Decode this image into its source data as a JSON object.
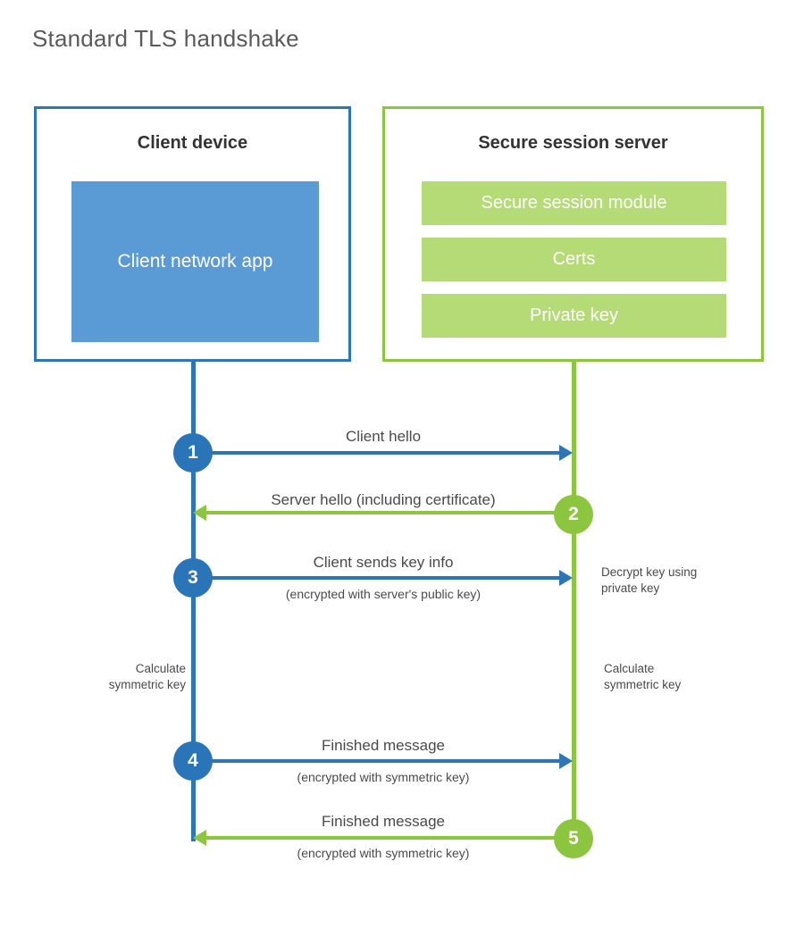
{
  "title": "Standard TLS handshake",
  "client": {
    "box_title": "Client device",
    "app_label": "Client network app",
    "border_color": "#2e75b6",
    "app_fill": "#5b9bd5"
  },
  "server": {
    "box_title": "Secure session server",
    "border_color": "#8cc63e",
    "bar_fill": "#b5db77",
    "components": [
      {
        "label": "Secure session module"
      },
      {
        "label": "Certs"
      },
      {
        "label": "Private key"
      }
    ]
  },
  "steps": [
    {
      "number": "1",
      "label": "Client hello",
      "sublabel": "",
      "direction": "client-to-server",
      "color": "#2e75b6"
    },
    {
      "number": "2",
      "label": "Server hello (including certificate)",
      "sublabel": "",
      "direction": "server-to-client",
      "color": "#8cc63e"
    },
    {
      "number": "3",
      "label": "Client sends key info",
      "sublabel": "(encrypted with server's public key)",
      "direction": "client-to-server",
      "color": "#2e75b6"
    },
    {
      "number": "4",
      "label": "Finished message",
      "sublabel": "(encrypted with symmetric key)",
      "direction": "client-to-server",
      "color": "#2e75b6"
    },
    {
      "number": "5",
      "label": "Finished message",
      "sublabel": "(encrypted with symmetric key)",
      "direction": "server-to-client",
      "color": "#8cc63e"
    }
  ],
  "notes": {
    "decrypt_key": "Decrypt key using\nprivate key",
    "calculate_symmetric_key_client": "Calculate\nsymmetric key",
    "calculate_symmetric_key_server": "Calculate\nsymmetric key"
  }
}
